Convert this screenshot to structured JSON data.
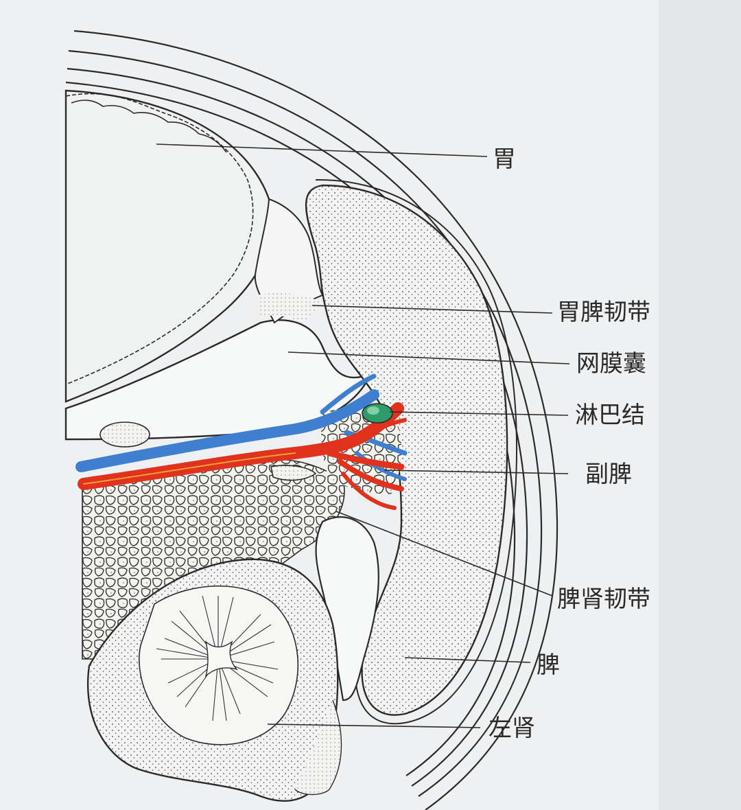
{
  "labels": {
    "stomach": "胃",
    "gastrosplenic_ligament": "胃脾韧带",
    "omental_bursa": "网膜囊",
    "lymph_node": "淋巴结",
    "accessory_spleen": "副脾",
    "splenorenal_ligament": "脾肾韧带",
    "spleen": "脾",
    "left_kidney": "左肾"
  },
  "colors": {
    "paper": "#eef0f1",
    "ink": "#2a2a2a",
    "artery": "#e0321c",
    "vein": "#3f7fcf",
    "lymph_node": "#2f9a6a",
    "fat": "#f7f7f3"
  }
}
